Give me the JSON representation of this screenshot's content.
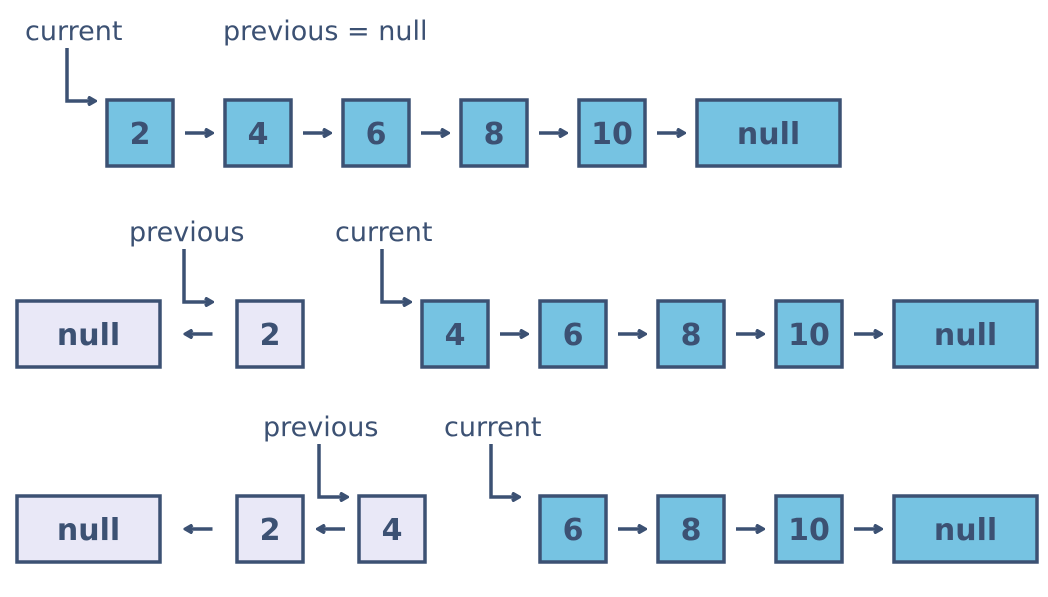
{
  "colors": {
    "stroke": "#3c5173",
    "active_fill": "#76c3e2",
    "reversed_fill": "#e9e8f7",
    "background": "#ffffff"
  },
  "rows": [
    {
      "label_previous": "previous = null",
      "label_current": "current",
      "nodes": [
        {
          "text": "2",
          "state": "active"
        },
        {
          "text": "4",
          "state": "active"
        },
        {
          "text": "6",
          "state": "active"
        },
        {
          "text": "8",
          "state": "active"
        },
        {
          "text": "10",
          "state": "active"
        },
        {
          "text": "null",
          "state": "active"
        }
      ]
    },
    {
      "label_previous": "previous",
      "label_current": "current",
      "nodes": [
        {
          "text": "null",
          "state": "reversed"
        },
        {
          "text": "2",
          "state": "reversed"
        },
        {
          "text": "4",
          "state": "active"
        },
        {
          "text": "6",
          "state": "active"
        },
        {
          "text": "8",
          "state": "active"
        },
        {
          "text": "10",
          "state": "active"
        },
        {
          "text": "null",
          "state": "active"
        }
      ]
    },
    {
      "label_previous": "previous",
      "label_current": "current",
      "nodes": [
        {
          "text": "null",
          "state": "reversed"
        },
        {
          "text": "2",
          "state": "reversed"
        },
        {
          "text": "4",
          "state": "reversed"
        },
        {
          "text": "6",
          "state": "active"
        },
        {
          "text": "8",
          "state": "active"
        },
        {
          "text": "10",
          "state": "active"
        },
        {
          "text": "null",
          "state": "active"
        }
      ]
    }
  ]
}
